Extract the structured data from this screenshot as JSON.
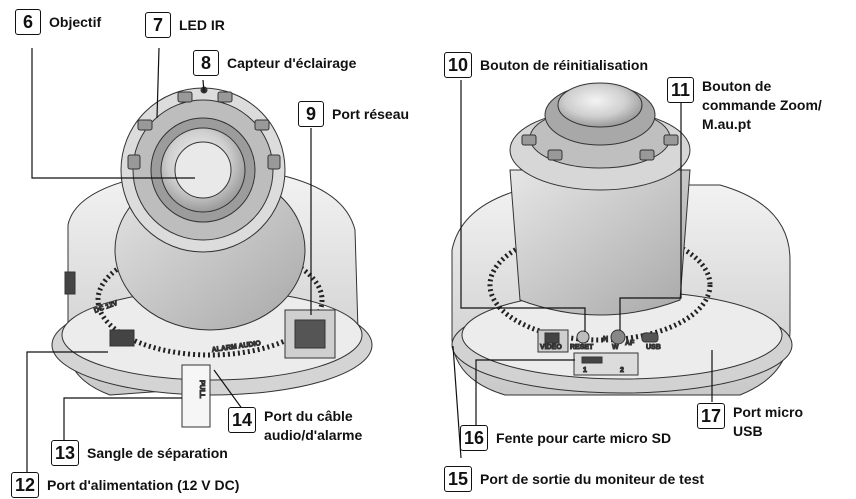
{
  "callouts": [
    {
      "id": "6",
      "num": "6",
      "label": "Objectif"
    },
    {
      "id": "7",
      "num": "7",
      "label": "LED IR"
    },
    {
      "id": "8",
      "num": "8",
      "label": "Capteur d'éclairage"
    },
    {
      "id": "9",
      "num": "9",
      "label": "Port réseau"
    },
    {
      "id": "10",
      "num": "10",
      "label": "Bouton de réinitialisation"
    },
    {
      "id": "11",
      "num": "11",
      "label": "Bouton de commande Zoom/ M.au.pt"
    },
    {
      "id": "12",
      "num": "12",
      "label": "Port d'alimentation (12 V DC)"
    },
    {
      "id": "13",
      "num": "13",
      "label": "Sangle de séparation"
    },
    {
      "id": "14",
      "num": "14",
      "label": "Port du câble audio/d'alarme"
    },
    {
      "id": "15",
      "num": "15",
      "label": "Port de sortie du moniteur de test"
    },
    {
      "id": "16",
      "num": "16",
      "label": "Fente pour carte micro SD"
    },
    {
      "id": "17",
      "num": "17",
      "label": "Port micro USB"
    }
  ],
  "device_labels": {
    "dc": "DC 12V",
    "alarm_audio": "ALARM AUDIO",
    "pull": "PULL",
    "video": "VIDEO",
    "reset": "RESET",
    "usb": "USB",
    "n": "N",
    "w": "W",
    "af": "AF",
    "sd_1": "1",
    "sd_2": "2"
  }
}
